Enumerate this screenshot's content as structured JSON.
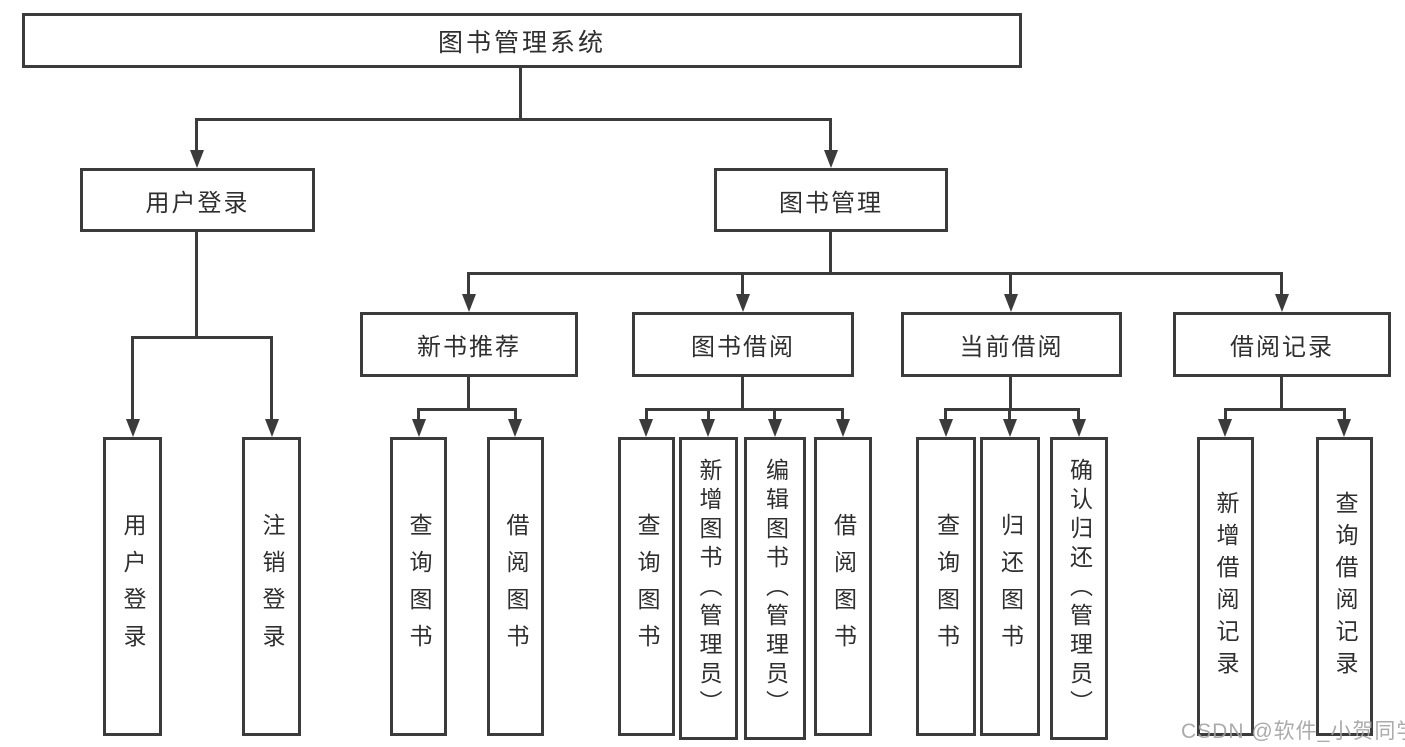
{
  "tree": {
    "root": {
      "label": "图书管理系统"
    },
    "branches": [
      {
        "label": "用户登录",
        "children": [
          {
            "label": "用户登录"
          },
          {
            "label": "注销登录"
          }
        ]
      },
      {
        "label": "图书管理",
        "children": [
          {
            "label": "新书推荐",
            "children": [
              {
                "label": "查询图书"
              },
              {
                "label": "借阅图书"
              }
            ]
          },
          {
            "label": "图书借阅",
            "children": [
              {
                "label": "查询图书"
              },
              {
                "label": "新增图书（管理员）"
              },
              {
                "label": "编辑图书（管理员）"
              },
              {
                "label": "借阅图书"
              }
            ]
          },
          {
            "label": "当前借阅",
            "children": [
              {
                "label": "查询图书"
              },
              {
                "label": "归还图书"
              },
              {
                "label": "确认归还（管理员）"
              }
            ]
          },
          {
            "label": "借阅记录",
            "children": [
              {
                "label": "新增借阅记录"
              },
              {
                "label": "查询借阅记录"
              }
            ]
          }
        ]
      }
    ]
  },
  "watermark": {
    "text": "CSDN @软件_小贺同学"
  },
  "colors": {
    "line": "#3b3b3b",
    "text": "#2f2f2f",
    "watermark": "#a3a3a3",
    "background": "#ffffff"
  }
}
